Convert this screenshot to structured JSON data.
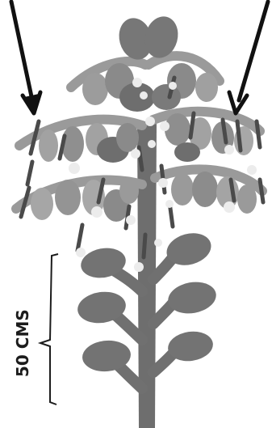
{
  "scale": {
    "label": "50 CMS"
  },
  "colors": {
    "background": "#ffffff",
    "stem": "#6e6e6e",
    "leaf_dark": "#7a7a7a",
    "leaf_mid": "#8c8c8c",
    "leaf_light": "#a8a8a8",
    "bud": "#ececec",
    "arrow": "#111111",
    "bracket": "#1c1c1c"
  },
  "annotations": {
    "arrows": [
      {
        "name": "left-arrow",
        "points_to": "upper-left-branch"
      },
      {
        "name": "right-arrow",
        "points_to": "upper-right-branch"
      }
    ]
  }
}
